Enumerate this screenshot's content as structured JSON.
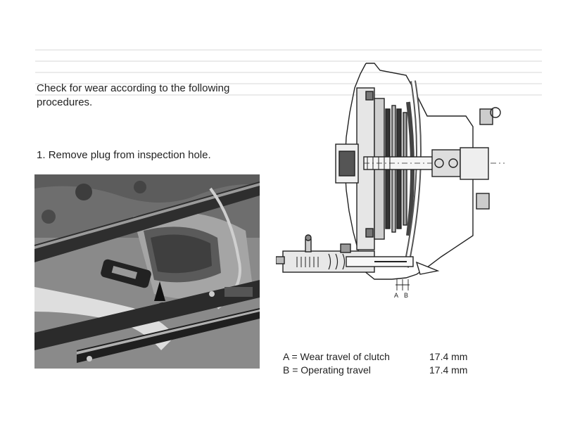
{
  "intro_text": "Check for wear according to the following procedures.",
  "step": {
    "number": "1.",
    "text": "Remove plug from inspection hole."
  },
  "diagram_labels": {
    "a": "A",
    "b": "B"
  },
  "legend": [
    {
      "label": "A = Wear travel of clutch",
      "value": "17.4 mm"
    },
    {
      "label": "B = Operating travel",
      "value": "17.4 mm"
    }
  ]
}
